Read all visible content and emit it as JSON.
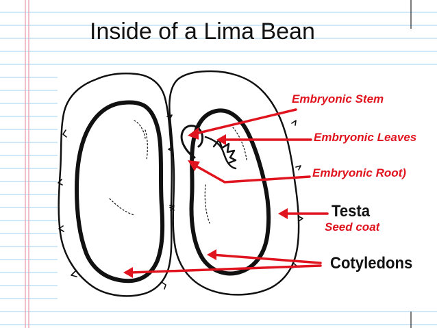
{
  "title": "Inside of a Lima Bean",
  "image_labels": {
    "testa": "Testa",
    "cotyledons": "Cotyledons"
  },
  "annotations": {
    "embryonic_stem": "Embryonic Stem",
    "embryonic_leaves": "Embryonic Leaves",
    "embryonic_root": "Embryonic Root)",
    "seed_coat": "Seed coat"
  },
  "colors": {
    "annotation": "#e0141e",
    "ruled_line": "#9fd3f0",
    "margin_line": "#e9a6b4",
    "ink": "#111111"
  }
}
